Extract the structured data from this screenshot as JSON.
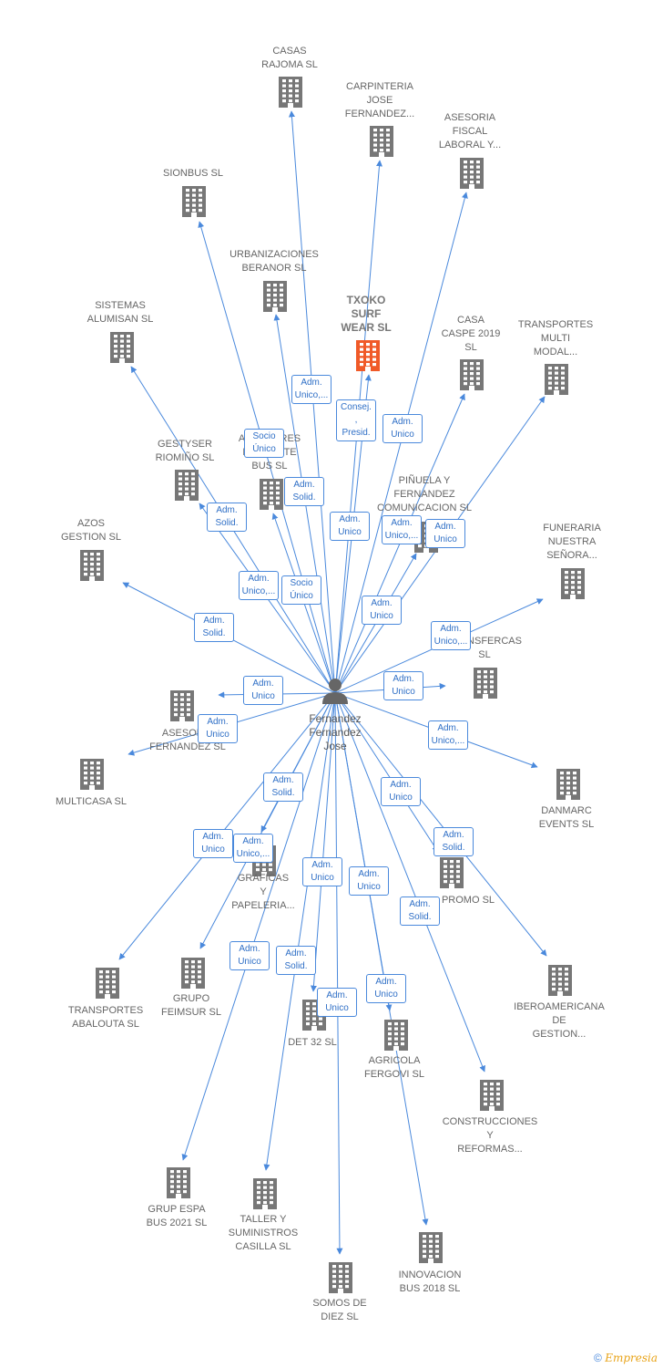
{
  "center": {
    "name": "Fernandez\nFernandez\nJose",
    "icon": "person-icon"
  },
  "colors": {
    "edge": "#4a89dc",
    "building": "#777777",
    "highlight": "#f05a28",
    "person": "#666666"
  },
  "icons": {
    "company": "building-icon",
    "person": "person-icon"
  },
  "nodes": [
    {
      "id": "casas-rajoma",
      "label": "CASAS\nRAJOMA SL",
      "highlight": false
    },
    {
      "id": "carpinteria",
      "label": "CARPINTERIA\nJOSE\nFERNANDEZ...",
      "highlight": false
    },
    {
      "id": "asesoria-fiscal",
      "label": "ASESORIA\nFISCAL\nLABORAL Y...",
      "highlight": false
    },
    {
      "id": "sionbus",
      "label": "SIONBUS  SL",
      "highlight": false
    },
    {
      "id": "urbanizaciones",
      "label": "URBANIZACIONES\nBERANOR SL",
      "highlight": false
    },
    {
      "id": "txoko",
      "label": "TXOKO\nSURF\nWEAR  SL",
      "highlight": true
    },
    {
      "id": "casa-caspe",
      "label": "CASA\nCASPE 2019\nSL",
      "highlight": false
    },
    {
      "id": "transportes-multi",
      "label": "TRANSPORTES\nMULTI\nMODAL...",
      "highlight": false
    },
    {
      "id": "sistemas",
      "label": "SISTEMAS\nALUMISAN  SL",
      "highlight": false
    },
    {
      "id": "gestyser",
      "label": "GESTYSER\nRIOMIÑO SL",
      "highlight": false
    },
    {
      "id": "autocares",
      "label": "AUTOCARES\nFERRENTE\nBUS  SL",
      "highlight": false
    },
    {
      "id": "pinuela",
      "label": "PIÑUELA Y\nFERNANDEZ\nCOMUNICACION SL",
      "highlight": false
    },
    {
      "id": "azos",
      "label": "AZOS\nGESTION SL",
      "highlight": false
    },
    {
      "id": "funeraria",
      "label": "FUNERARIA\nNUESTRA\nSEÑORA...",
      "highlight": false
    },
    {
      "id": "transfercas",
      "label": "TRANSFERCAS\nSL",
      "highlight": false
    },
    {
      "id": "asesoria-fernandez",
      "label": "ASESORIA\nFERNANDEZ SL",
      "highlight": false
    },
    {
      "id": "multicasa",
      "label": "MULTICASA SL",
      "highlight": false
    },
    {
      "id": "danmarc",
      "label": "DANMARC\nEVENTS  SL",
      "highlight": false
    },
    {
      "id": "graficas",
      "label": "GRAFICAS\nY\nPAPELERIA...",
      "highlight": false
    },
    {
      "id": "promo",
      "label": "PROMO SL",
      "highlight": false
    },
    {
      "id": "transportes-abalouta",
      "label": "TRANSPORTES\nABALOUTA SL",
      "highlight": false
    },
    {
      "id": "grupo-feimsur",
      "label": "GRUPO\nFEIMSUR  SL",
      "highlight": false
    },
    {
      "id": "det32",
      "label": "DET 32 SL",
      "highlight": false
    },
    {
      "id": "agricola",
      "label": "AGRICOLA\nFERGOVI SL",
      "highlight": false
    },
    {
      "id": "iberoamericana",
      "label": "IBEROAMERICANA\nDE\nGESTION...",
      "highlight": false
    },
    {
      "id": "construcciones",
      "label": "CONSTRUCCIONES\nY\nREFORMAS...",
      "highlight": false
    },
    {
      "id": "grup-espa",
      "label": "GRUP ESPA\nBUS 2021  SL",
      "highlight": false
    },
    {
      "id": "taller",
      "label": "TALLER Y\nSUMINISTROS\nCASILLA  SL",
      "highlight": false
    },
    {
      "id": "innovacion",
      "label": "INNOVACION\nBUS 2018  SL",
      "highlight": false
    },
    {
      "id": "somos",
      "label": "SOMOS DE\nDIEZ SL",
      "highlight": false
    }
  ],
  "edges": [
    {
      "target": "casas-rajoma",
      "role": "Adm.\nUnico,..."
    },
    {
      "target": "carpinteria",
      "role": "Adm.\nUnico"
    },
    {
      "target": "asesoria-fiscal",
      "role": "Adm.\nUnico"
    },
    {
      "target": "sionbus",
      "role": "Socio\nÚnico"
    },
    {
      "target": "urbanizaciones",
      "role": "Adm.\nSolid."
    },
    {
      "target": "txoko",
      "role": "Consej. ,\nPresid."
    },
    {
      "target": "casa-caspe",
      "role": "Adm.\nUnico,..."
    },
    {
      "target": "transportes-multi",
      "role": "Adm.\nUnico"
    },
    {
      "target": "sistemas",
      "role": "Adm.\nSolid."
    },
    {
      "target": "gestyser",
      "role": "Adm.\nUnico,..."
    },
    {
      "target": "autocares",
      "role": "Socio\nÚnico"
    },
    {
      "target": "pinuela",
      "role": "Adm.\nUnico"
    },
    {
      "target": "azos",
      "role": "Adm.\nSolid."
    },
    {
      "target": "funeraria",
      "role": "Adm.\nUnico,..."
    },
    {
      "target": "transfercas",
      "role": "Adm.\nUnico"
    },
    {
      "target": "asesoria-fernandez",
      "role": "Adm.\nUnico"
    },
    {
      "target": "multicasa",
      "role": "Adm.\nUnico"
    },
    {
      "target": "danmarc",
      "role": "Adm.\nUnico,..."
    },
    {
      "target": "graficas",
      "role": "Adm.\nSolid."
    },
    {
      "target": "promo",
      "role": "Adm.\nUnico"
    },
    {
      "target": "transportes-abalouta",
      "role": "Adm.\nUnico"
    },
    {
      "target": "grupo-feimsur",
      "role": "Adm.\nUnico,..."
    },
    {
      "target": "det32",
      "role": "Adm.\nUnico"
    },
    {
      "target": "agricola",
      "role": "Adm.\nUnico"
    },
    {
      "target": "iberoamericana",
      "role": "Adm.\nSolid."
    },
    {
      "target": "construcciones",
      "role": "Adm.\nSolid."
    },
    {
      "target": "grup-espa",
      "role": "Adm.\nUnico"
    },
    {
      "target": "taller",
      "role": "Adm.\nSolid."
    },
    {
      "target": "innovacion",
      "role": "Adm.\nUnico"
    },
    {
      "target": "somos",
      "role": "Adm.\nUnico"
    }
  ],
  "footer": {
    "copyright": "©",
    "brand": "Empresia"
  }
}
